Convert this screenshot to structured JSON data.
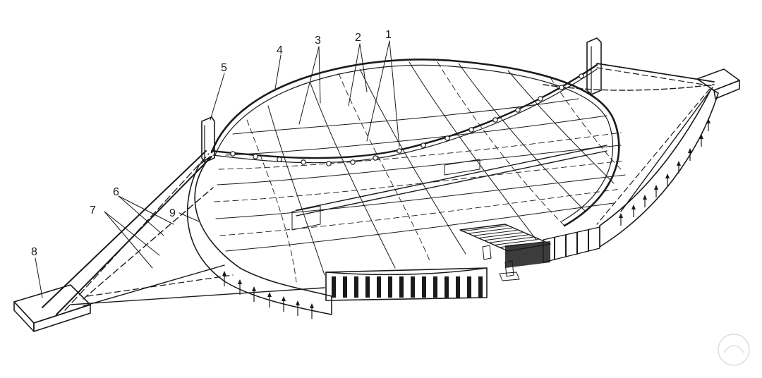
{
  "diagram": {
    "callouts": [
      {
        "id": "c1",
        "text": "1"
      },
      {
        "id": "c2",
        "text": "2"
      },
      {
        "id": "c3",
        "text": "3"
      },
      {
        "id": "c4",
        "text": "4"
      },
      {
        "id": "c5",
        "text": "5"
      },
      {
        "id": "c6",
        "text": "6"
      },
      {
        "id": "c7",
        "text": "7"
      },
      {
        "id": "c8",
        "text": "8"
      },
      {
        "id": "c9",
        "text": "9"
      }
    ]
  },
  "colors": {
    "ink": "#1a1a1a",
    "background": "#ffffff",
    "watermark": "#c8c8c8"
  }
}
